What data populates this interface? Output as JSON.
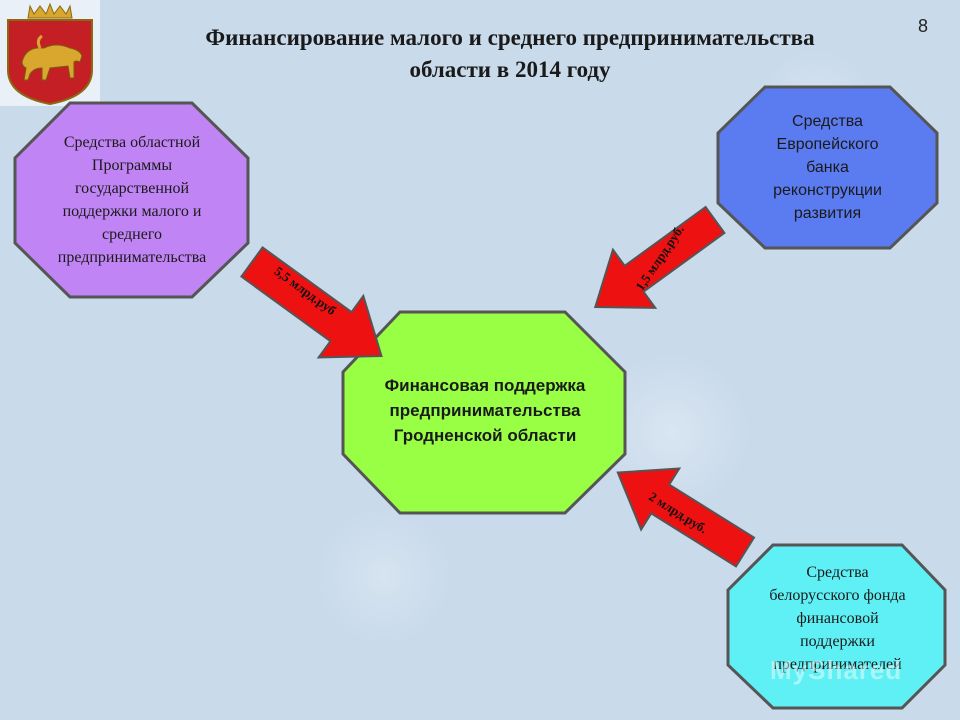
{
  "page": {
    "number": "8",
    "title_lines": [
      "Финансирование малого и среднего предпринимательства",
      "области в 2014 году"
    ]
  },
  "nodes": {
    "center": {
      "lines": [
        "Финансовая поддержка",
        "предпринимательства",
        "Гродненской области"
      ],
      "color": "#99ff44"
    },
    "regional_program": {
      "lines": [
        "Средства областной",
        "Программы",
        "государственной",
        "поддержки малого и",
        "среднего",
        "предпринимательства"
      ],
      "color": "#c084f5"
    },
    "european_bank": {
      "lines": [
        "Средства",
        "Европейского",
        "банка",
        "реконструкции",
        "развития"
      ],
      "color": "#5b7cf0"
    },
    "belarus_fund": {
      "lines": [
        "Средства",
        "белорусского фонда",
        "финансовой",
        "поддержки",
        "предпринимателей"
      ],
      "color": "#5ff0f5"
    }
  },
  "arrows": {
    "regional": {
      "label": "5,5 млрд.руб"
    },
    "european": {
      "label": "1,5 млрд.руб."
    },
    "fund": {
      "label": "2 млрд.руб."
    },
    "color": "#ee1111"
  },
  "watermark": {
    "text": "MyShared"
  },
  "colors": {
    "node_border": "#555555",
    "emblem_shield": "#c41f25",
    "emblem_bison": "#d9a62e"
  }
}
